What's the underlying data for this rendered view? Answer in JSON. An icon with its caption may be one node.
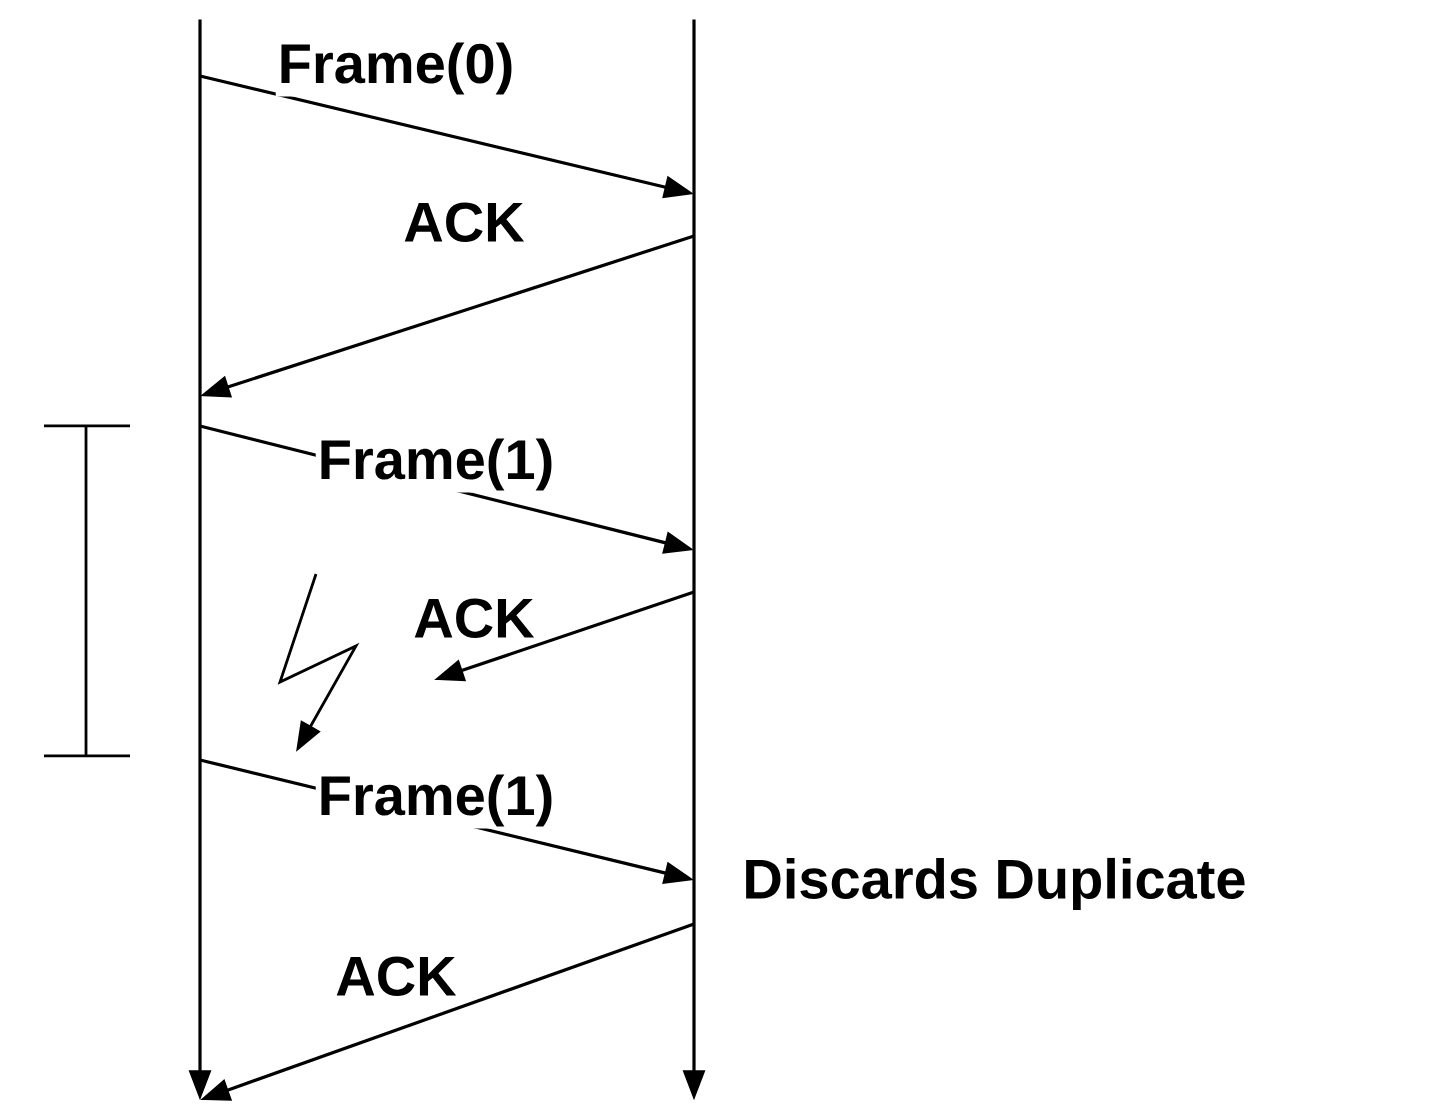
{
  "diagram": {
    "nodes": [
      {
        "text": [],
        "shape": "line"
      },
      {
        "text": [],
        "shape": "line"
      }
    ],
    "edges": [
      {
        "from": 0,
        "to": 1,
        "arrow": "to",
        "label": "Frame(0)"
      },
      {
        "from": 1,
        "to": 0,
        "arrow": "to",
        "label": "ACK"
      },
      {
        "from": 0,
        "to": 1,
        "arrow": "to",
        "label": "Frame(1)"
      },
      {
        "from": 1,
        "to": null,
        "arrow": "to",
        "label": "ACK"
      },
      {
        "from": 0,
        "to": 1,
        "arrow": "to",
        "label": "Frame(1)"
      },
      {
        "from": 1,
        "to": 0,
        "arrow": "to",
        "label": "ACK"
      }
    ],
    "labels": [
      "Discards Duplicate"
    ]
  }
}
